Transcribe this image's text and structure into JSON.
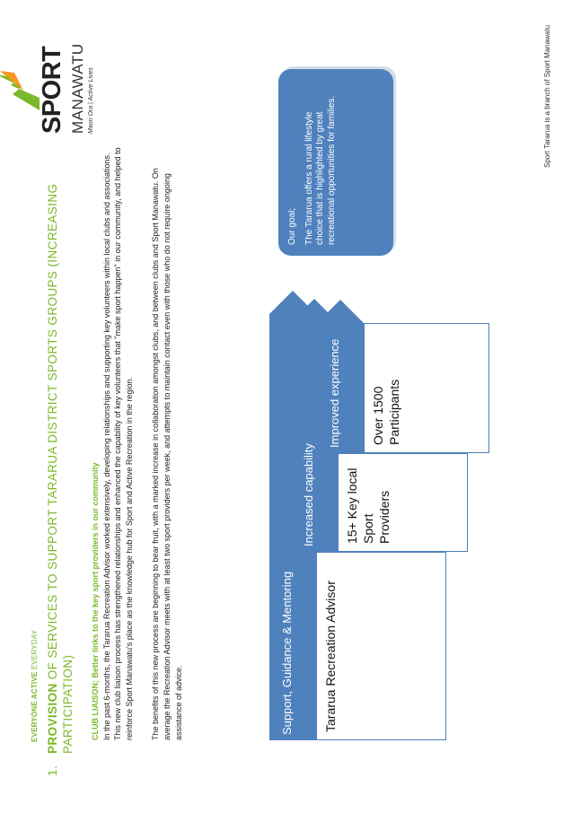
{
  "tagline": {
    "bold": "EVERYONE ACTIVE ",
    "thin": "EVERYDAY"
  },
  "heading": {
    "number": "1.",
    "bold_word": "PROVISION",
    "rest": "OF SERVICES TO SUPPORT TARARUA DISTRICT SPORTS GROUPS (INCREASING PARTICIPATION)"
  },
  "body": {
    "subheading": "CLUB LIAISON; Better links to the key sport providers in our community",
    "paragraph1": "In the past 6-months, the Tararua Recreation Advisor worked extensively, developing relationships and supporting key volunteers within local clubs and associations. This new club liaison process has strengthened relationships and enhanced the capability of key volunteers that \"make sport happen\" in our community, and helped to reinforce Sport Manawatu's place as the knowledge hub for Sport and Active Recreation in the region.",
    "paragraph2": "The benefits of this new process are beginning to bear fruit, with a marked increase in collaboration amongst clubs, and between clubs and Sport Manawatu. On average the Recreation Advisor meets with at least two sport providers per week, and attempts to maintain contact even with those who do not require ongoing assistance of advice."
  },
  "logo": {
    "word1": "SPORT",
    "word2": "MANAWATU",
    "slogan": "Maori Ora | Active Lives"
  },
  "diagram": {
    "bar1": "Support, Guidance & Mentoring",
    "bar2": "Increased capability",
    "bar3": "Improved experience",
    "box1": "Tararua Recreation Advisor",
    "box2": "15+ Key local Sport Providers",
    "box3": "Over 1500 Participants"
  },
  "goal": {
    "label": "Our goal;",
    "text": "The Tararua offers a rural lifestyle choice that is highlighted by great recreational opportunities for families."
  },
  "footer": {
    "branch_note": "Sport Tararua is a branch of Sport Manawatu"
  },
  "colors": {
    "accent_green": "#7ab929",
    "diagram_blue": "#4f81bd",
    "logo_orange": "#f39a1e"
  }
}
